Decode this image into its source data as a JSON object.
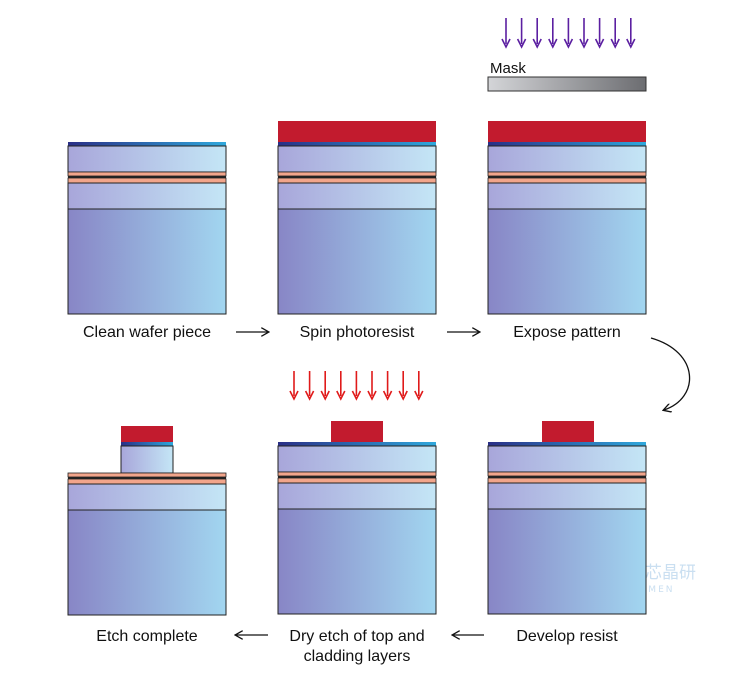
{
  "mask_label": "Mask",
  "steps": [
    {
      "label_lines": [
        "Clean wafer piece"
      ]
    },
    {
      "label_lines": [
        "Spin photoresist"
      ]
    },
    {
      "label_lines": [
        "Expose pattern"
      ]
    },
    {
      "label_lines": [
        "Develop resist"
      ]
    },
    {
      "label_lines": [
        "Dry etch of top and",
        "cladding layers"
      ]
    },
    {
      "label_lines": [
        "Etch complete"
      ]
    }
  ],
  "watermark": {
    "cn": "厦门中芯晶研",
    "en": "CSW-XIAMEN"
  },
  "colors": {
    "uv_arrow": "#5b1fa1",
    "etch_arrow": "#e01a1a",
    "resist": "#c21b2e",
    "cap_layer": "#2b4a9a",
    "salmon_layer": "#f2a58b",
    "substrate_left": "#8a8ac8",
    "substrate_right": "#9fd3ee",
    "mask_left": "#d2d3d6",
    "mask_right": "#6f7074"
  }
}
